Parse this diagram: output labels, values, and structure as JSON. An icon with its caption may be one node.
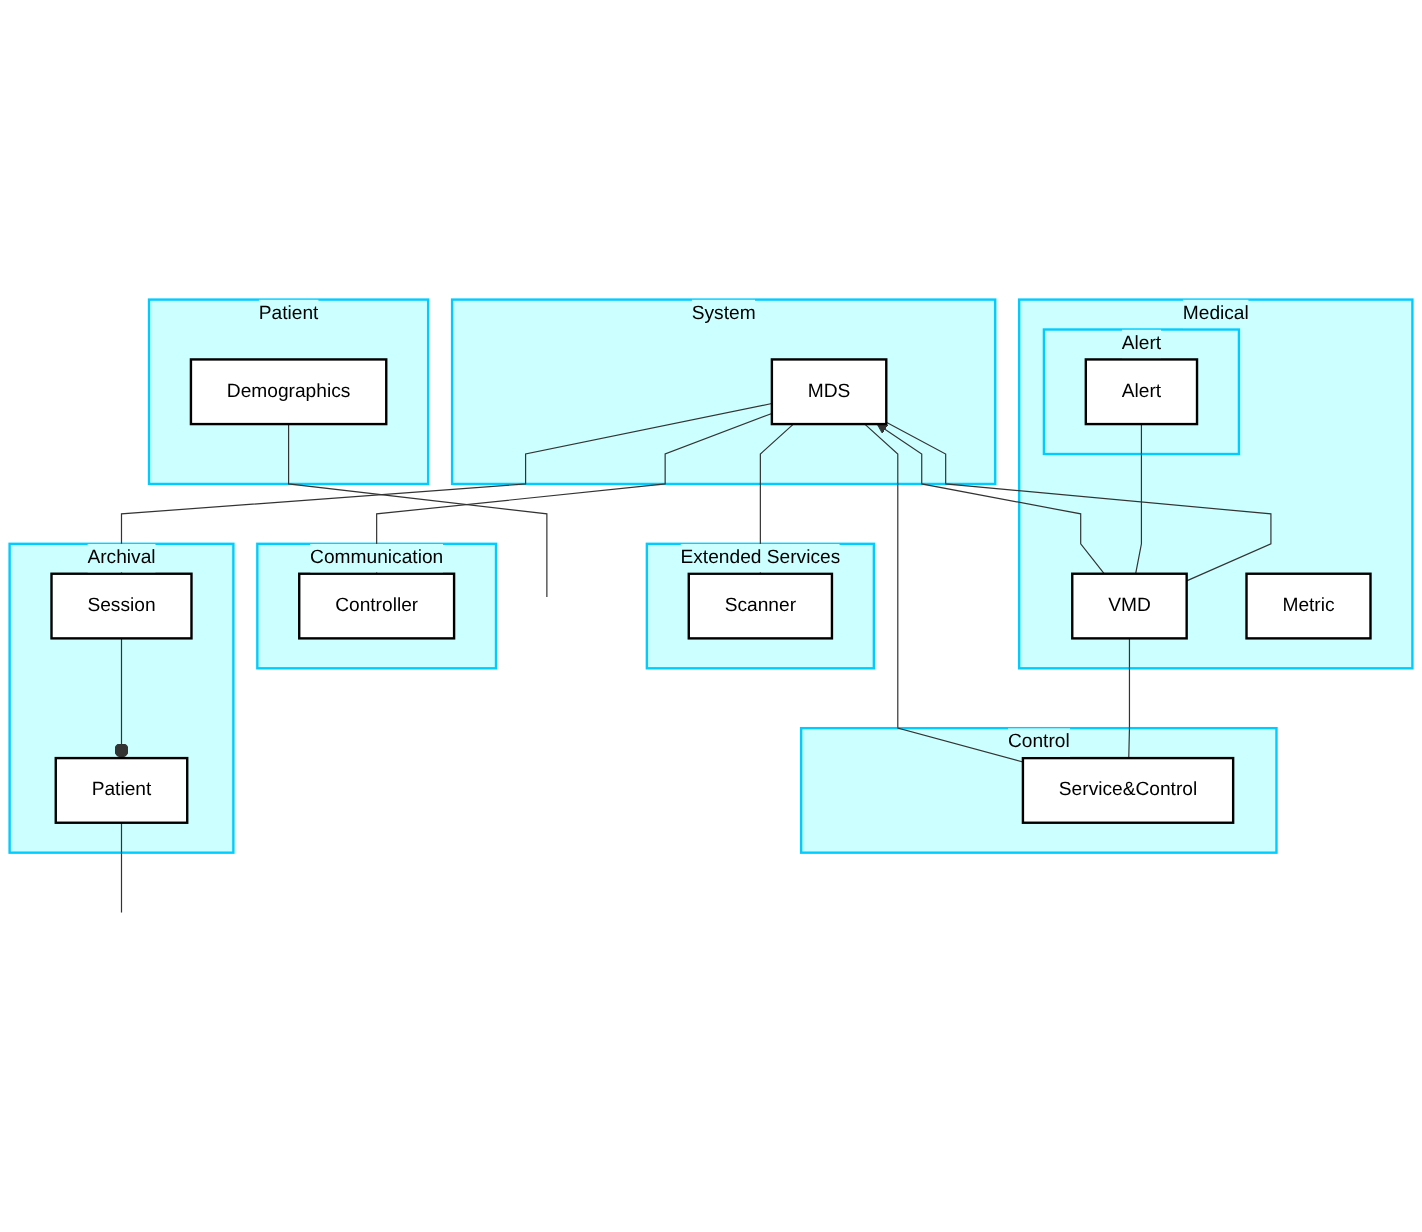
{
  "diagram": {
    "nodes": [
      {
        "text": [
          "System"
        ]
      },
      {
        "text": [
          "MDS"
        ],
        "in": 0
      },
      {
        "text": [
          "Medical"
        ]
      },
      {
        "text": [
          "VMD"
        ],
        "in": 2
      },
      {
        "text": [
          "Alert"
        ],
        "in": 2
      },
      {
        "text": [
          "Alert"
        ],
        "in": 4
      },
      {
        "text": [
          "Metric"
        ],
        "in": 2
      },
      {
        "text": [
          "Extended Services"
        ]
      },
      {
        "text": [
          "Scanner"
        ],
        "in": 7
      },
      {
        "text": [
          "Control"
        ]
      },
      {
        "text": [
          "Service&Control"
        ],
        "in": 9
      },
      {
        "text": [
          "Communication"
        ]
      },
      {
        "text": [
          "Controller"
        ],
        "in": 11
      },
      {
        "text": [
          "Archival"
        ]
      },
      {
        "text": [
          "Patient"
        ],
        "in": 13
      },
      {
        "text": [
          "Session"
        ],
        "in": 13
      },
      {
        "text": [
          "Patient"
        ]
      },
      {
        "text": [
          "Demographics"
        ],
        "in": 16
      }
    ],
    "edges": [
      {
        "from": 3,
        "to": 1,
        "arrow": "to"
      },
      {
        "from": 1,
        "to": 3,
        "arrow": "none"
      },
      {
        "from": 5,
        "to": 3,
        "arrow": "none"
      },
      {
        "from": 1,
        "to": 8,
        "arrow": "none"
      },
      {
        "from": 3,
        "to": 10,
        "arrow": "none"
      },
      {
        "from": 1,
        "to": 10,
        "arrow": "none"
      },
      {
        "from": 1,
        "to": 12,
        "arrow": "none"
      },
      {
        "from": 1,
        "to": 15,
        "arrow": "none"
      },
      {
        "from": 15,
        "to": 14,
        "arrow": "other"
      },
      {
        "from": 14,
        "to": null,
        "arrow": "none"
      },
      {
        "from": 17,
        "to": null,
        "arrow": "none"
      }
    ]
  }
}
